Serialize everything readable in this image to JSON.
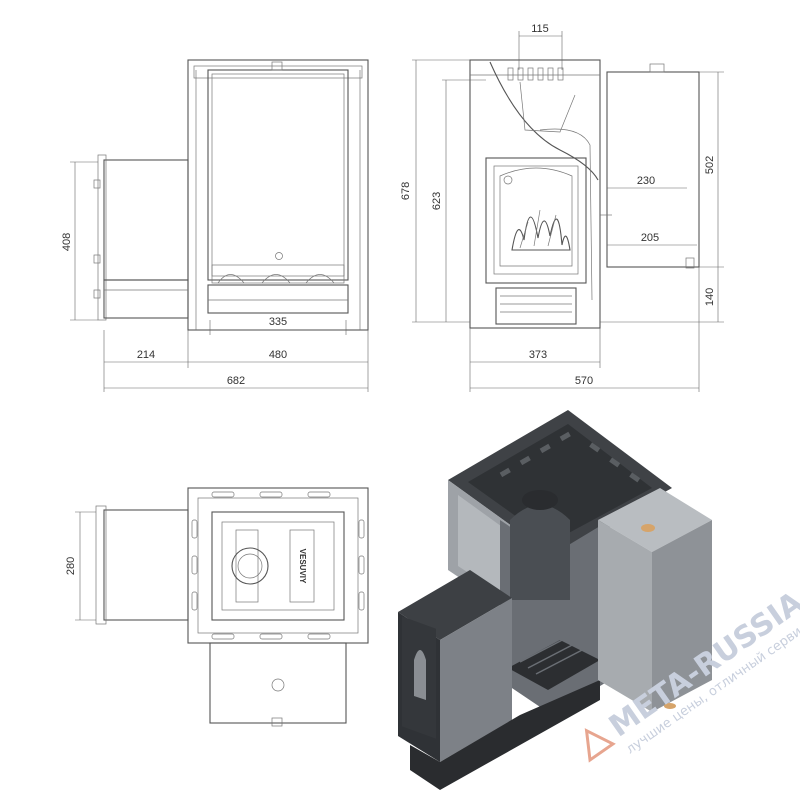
{
  "dimensions": {
    "front_width_total": "682",
    "front_body_width": "480",
    "front_tunnel_length": "214",
    "front_inner_width": "335",
    "front_tunnel_height": "408",
    "side_height_total": "678",
    "side_height_body": "623",
    "side_top_flue": "115",
    "side_tank_width": "230",
    "side_tank_offset": "205",
    "side_tank_height": "502",
    "side_tank_bottom": "140",
    "side_body_depth": "373",
    "side_total_depth": "570",
    "top_tunnel_width": "280"
  },
  "brand": {
    "door_logo": "VESUVIY"
  },
  "watermark": {
    "line1": "META-RUSSIA.RU",
    "line2": "лучшие цены, отличный сервис!"
  },
  "colors": {
    "line": "#555555",
    "render_dark": "#3a3d40",
    "render_mid": "#6e7278",
    "render_light": "#a9adb2",
    "watermark": "#c8cfdd",
    "watermark_accent": "#e7a58f"
  }
}
